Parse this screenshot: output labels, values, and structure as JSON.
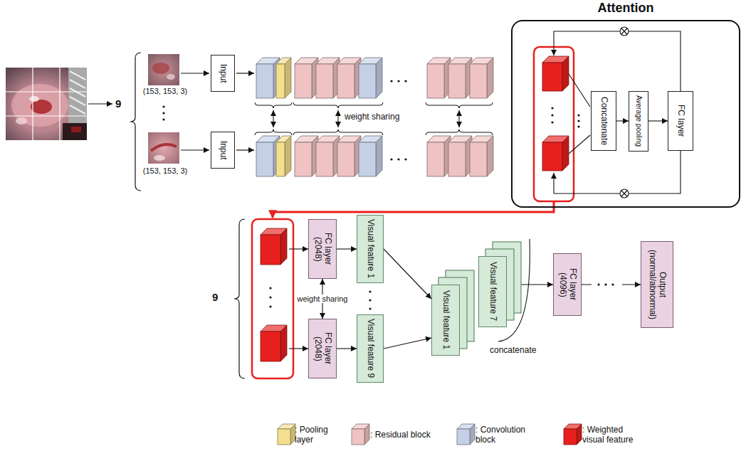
{
  "diagram": {
    "nodes": [
      {
        "text": [
          "Input"
        ]
      },
      {
        "text": [
          "Input"
        ]
      },
      {
        "text": [
          "Attention"
        ]
      },
      {
        "text": [
          "Concatenate"
        ],
        "in": 2
      },
      {
        "text": [
          "Average pooling"
        ],
        "in": 2
      },
      {
        "text": [
          "FC layer"
        ],
        "in": 2
      },
      {
        "text": [
          "FC layer (2048)"
        ]
      },
      {
        "text": [
          "FC layer (2048)"
        ]
      },
      {
        "text": [
          "Visual feature 1"
        ]
      },
      {
        "text": [
          "Visual feature 9"
        ]
      },
      {
        "text": [
          "Visual feature 1"
        ]
      },
      {
        "text": [
          "Visual feature 7"
        ]
      },
      {
        "text": [
          "FC layer (4096)"
        ]
      },
      {
        "text": [
          "Output (normal/abnormal)"
        ]
      }
    ],
    "edges": [
      {
        "from": 3,
        "to": 4,
        "arrow": "to"
      },
      {
        "from": 4,
        "to": 5,
        "arrow": "to"
      },
      {
        "from": 6,
        "to": 8,
        "arrow": "to"
      },
      {
        "from": 7,
        "to": 9,
        "arrow": "to"
      },
      {
        "from": 6,
        "to": 7,
        "arrow": "both",
        "label": "weight sharing"
      },
      {
        "from": 8,
        "to": 10,
        "arrow": "to"
      },
      {
        "from": 9,
        "to": 10,
        "arrow": "to"
      },
      {
        "from": 11,
        "to": 12,
        "arrow": "to"
      },
      {
        "from": 12,
        "to": 13,
        "arrow": "to"
      }
    ],
    "labels": [
      "9",
      "(153, 153, 3)",
      "(153, 153, 3)",
      "weight sharing",
      "9",
      "concatenate"
    ],
    "legend": [
      {
        "text": ": Pooling layer",
        "color": "#f3df8e"
      },
      {
        "text": ": Residual block",
        "color": "#efc3c3"
      },
      {
        "text": ": Convolution block",
        "color": "#c5d0e6"
      },
      {
        "text": ": Weighted visual feature",
        "color": "#e8201d"
      }
    ]
  }
}
